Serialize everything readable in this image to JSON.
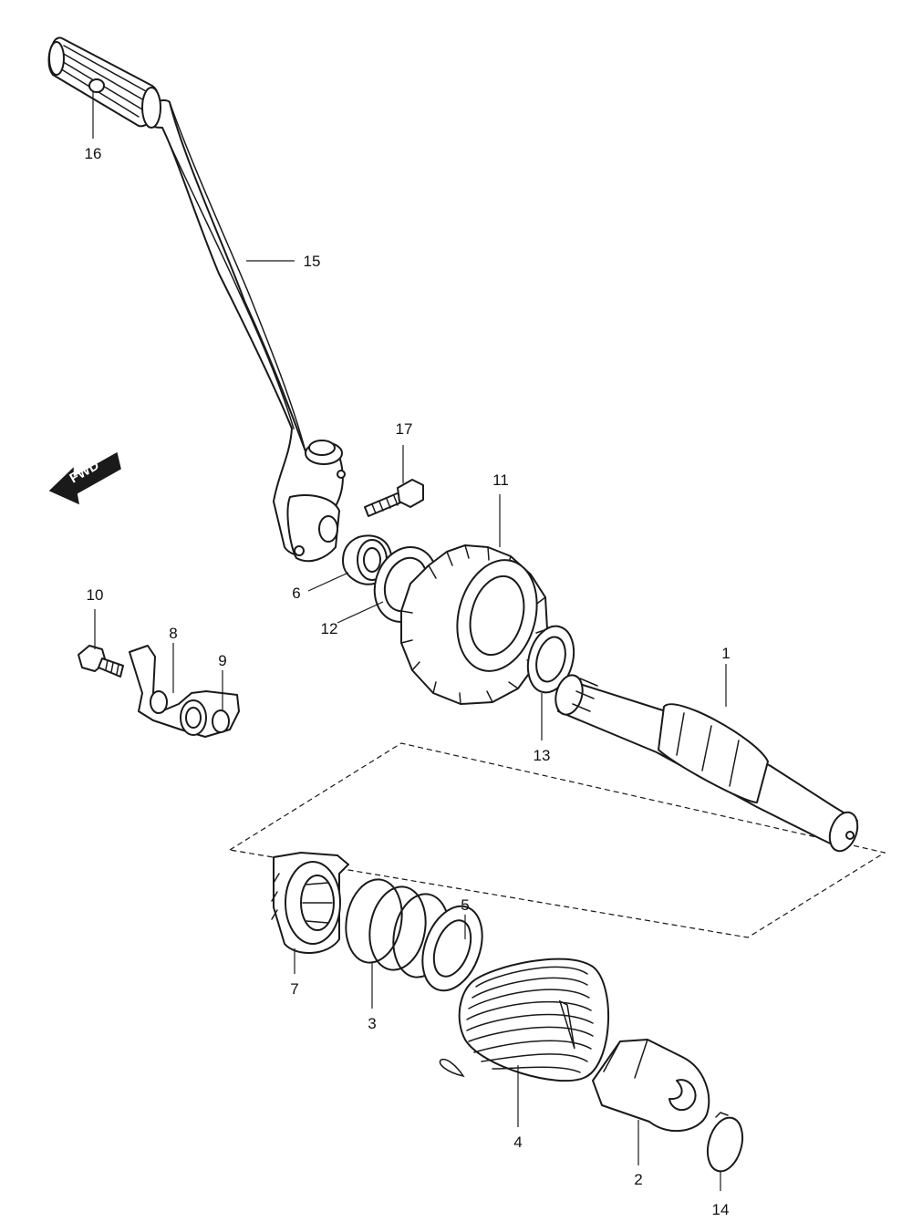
{
  "diagram": {
    "fwd_label": "FWD",
    "callouts": {
      "c1": "1",
      "c2": "2",
      "c3": "3",
      "c4": "4",
      "c5": "5",
      "c6": "6",
      "c7": "7",
      "c8": "8",
      "c9": "9",
      "c10": "10",
      "c11": "11",
      "c12": "12",
      "c13": "13",
      "c14": "14",
      "c15": "15",
      "c16": "16",
      "c17": "17"
    }
  }
}
